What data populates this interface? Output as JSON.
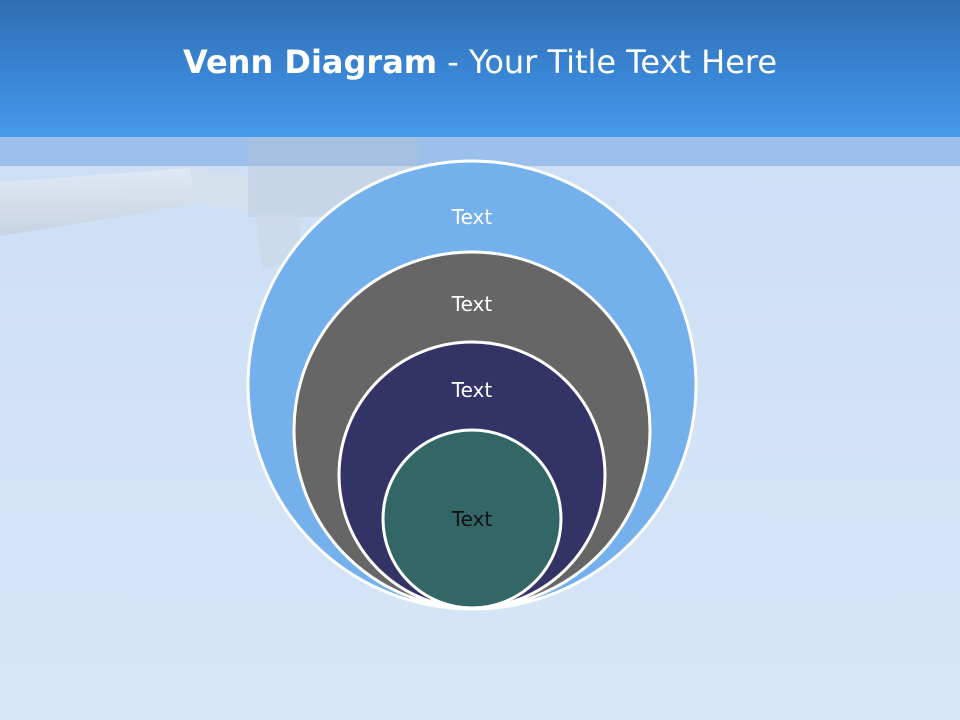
{
  "slide": {
    "title_bold": "Venn Diagram",
    "title_rest": " - Your Title Text Here"
  },
  "diagram": {
    "circles": [
      {
        "label": "Text",
        "color": "#74b0ec"
      },
      {
        "label": "Text",
        "color": "#666666"
      },
      {
        "label": "Text",
        "color": "#343366"
      },
      {
        "label": "Text",
        "color": "#336666"
      }
    ],
    "outline_color": "#ffffff"
  }
}
